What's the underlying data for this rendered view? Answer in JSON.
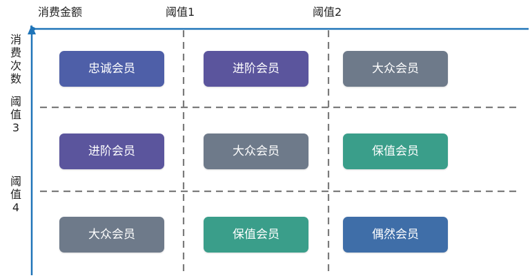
{
  "axes": {
    "x_title": "消费金额",
    "y_title": "消费次数",
    "x_threshold_1": "阈值1",
    "x_threshold_2": "阈值2",
    "y_threshold_3": "阈值3",
    "y_threshold_4": "阈值4"
  },
  "colors": {
    "axis": "#1f74b8",
    "divider": "#7a7a7a",
    "loyal": "#4e5fa8",
    "advanced": "#5b559d",
    "mass": "#6e7a8a",
    "retain": "#3a9e8a",
    "occasional": "#3f6ea8"
  },
  "grid": {
    "rows": [
      [
        {
          "label": "忠诚会员",
          "tier": "loyal"
        },
        {
          "label": "进阶会员",
          "tier": "advanced"
        },
        {
          "label": "大众会员",
          "tier": "mass"
        }
      ],
      [
        {
          "label": "进阶会员",
          "tier": "advanced"
        },
        {
          "label": "大众会员",
          "tier": "mass"
        },
        {
          "label": "保值会员",
          "tier": "retain"
        }
      ],
      [
        {
          "label": "大众会员",
          "tier": "mass"
        },
        {
          "label": "保值会员",
          "tier": "retain"
        },
        {
          "label": "偶然会员",
          "tier": "occasional"
        }
      ]
    ]
  }
}
